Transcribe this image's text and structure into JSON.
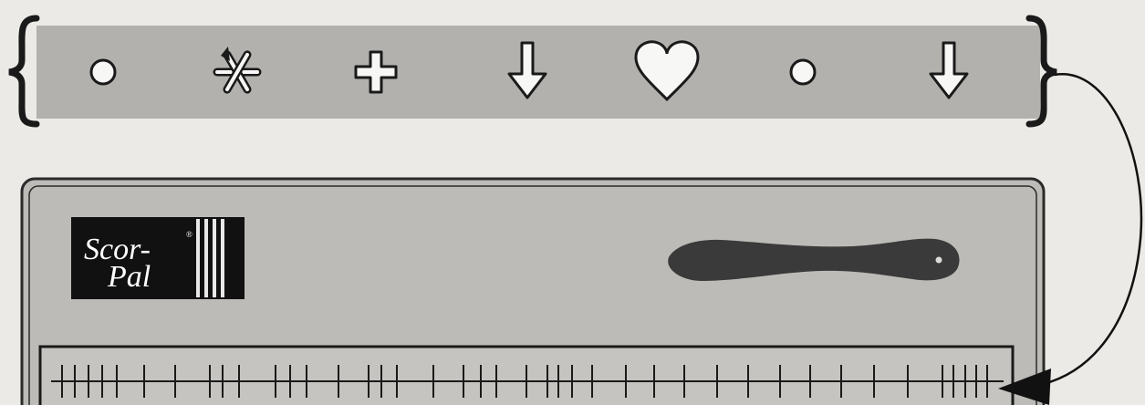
{
  "colors": {
    "page_bg": "#eceae6",
    "strip_bg": "#b3b1ad",
    "board_bg": "#bdbbb7",
    "ink": "#1a1a1a",
    "symbol_fill": "#f7f7f5",
    "tool_fill": "#3a3a3a"
  },
  "symbol_strip": {
    "symbols": [
      {
        "name": "circle-icon"
      },
      {
        "name": "asterisk-icon"
      },
      {
        "name": "plus-icon"
      },
      {
        "name": "down-arrow-icon"
      },
      {
        "name": "heart-icon"
      },
      {
        "name": "circle-icon"
      },
      {
        "name": "down-arrow-icon"
      }
    ]
  },
  "board": {
    "logo": {
      "line1": "Scor-",
      "line2": "Pal",
      "registered": "®"
    },
    "tool": {
      "name": "scoring-tool-icon"
    }
  },
  "ruler": {
    "tick_count": 48,
    "major_every": 1
  },
  "arrow": {
    "name": "curved-arrow-icon"
  }
}
